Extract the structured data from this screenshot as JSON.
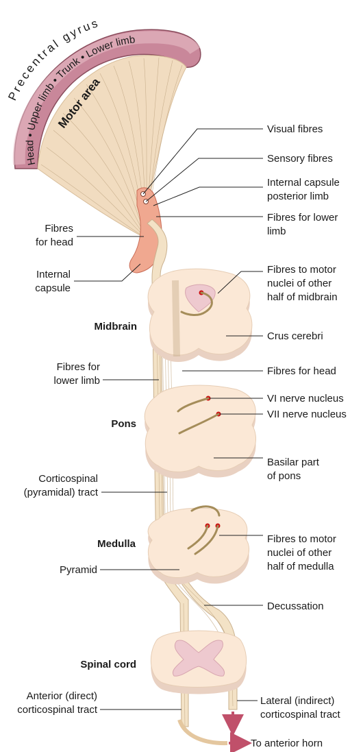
{
  "cortex": {
    "gyrus_label": "Precentral gyrus",
    "regions": [
      "Head",
      "Upper limb",
      "Trunk",
      "Lower limb"
    ],
    "area_label": "Motor area"
  },
  "levels": {
    "midbrain": "Midbrain",
    "pons": "Pons",
    "medulla": "Medulla",
    "spinal_cord": "Spinal cord"
  },
  "right_labels": {
    "visual_fibres": "Visual fibres",
    "sensory_fibres": "Sensory fibres",
    "internal_capsule_posterior_limb": [
      "Internal capsule",
      "posterior limb"
    ],
    "fibres_lower_limb": [
      "Fibres for lower",
      "limb"
    ],
    "fibres_motor_midbrain": [
      "Fibres to motor",
      "nuclei of other",
      "half of midbrain"
    ],
    "crus_cerebri": "Crus cerebri",
    "fibres_for_head": "Fibres for head",
    "vi_nerve_nucleus": "VI nerve nucleus",
    "vii_nerve_nucleus": "VII nerve nucleus",
    "basilar_part_pons": [
      "Basilar part",
      "of pons"
    ],
    "fibres_motor_medulla": [
      "Fibres to motor",
      "nuclei of other",
      "half of medulla"
    ],
    "decussation": "Decussation",
    "lateral_tract": [
      "Lateral (indirect)",
      "corticospinal tract"
    ],
    "anterior_horn": "To anterior horn"
  },
  "left_labels": {
    "fibres_for_head": [
      "Fibres",
      "for head"
    ],
    "internal_capsule": [
      "Internal",
      "capsule"
    ],
    "fibres_lower_limb": [
      "Fibres for",
      "lower limb"
    ],
    "corticospinal_tract": [
      "Corticospinal",
      "(pyramidal) tract"
    ],
    "pyramid": "Pyramid",
    "anterior_tract": [
      "Anterior (direct)",
      "corticospinal tract"
    ]
  },
  "colors": {
    "cortex_band": "#c9879a",
    "fibre_fan": "#f1dcc0",
    "capsule": "#f0a890",
    "section": "#fbe8d6",
    "nucleus": "#cc1111",
    "arrow": "#c0506a"
  }
}
